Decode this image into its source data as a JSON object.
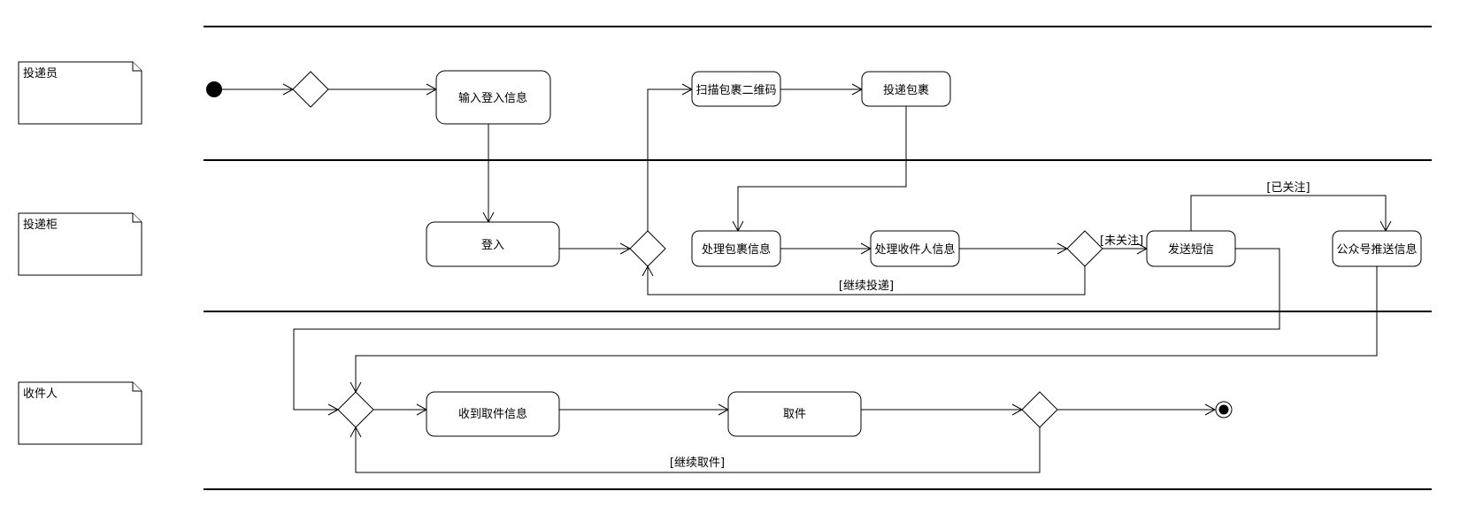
{
  "lanes": [
    {
      "id": "courier",
      "label": "投递员"
    },
    {
      "id": "cabinet",
      "label": "投递柜"
    },
    {
      "id": "recipient",
      "label": "收件人"
    }
  ],
  "activities": {
    "input_login": "输入登入信息",
    "scan_qr": "扫描包裹二维码",
    "deliver": "投递包裹",
    "login": "登入",
    "process_package": "处理包裹信息",
    "process_recipient": "处理收件人信息",
    "send_sms": "发送短信",
    "wechat_push": "公众号推送信息",
    "receive_info": "收到取件信息",
    "pickup": "取件"
  },
  "guards": {
    "not_followed": "[未关注]",
    "followed": "[已关注]",
    "continue_deliver": "[继续投递]",
    "continue_pickup": "[继续取件]"
  }
}
